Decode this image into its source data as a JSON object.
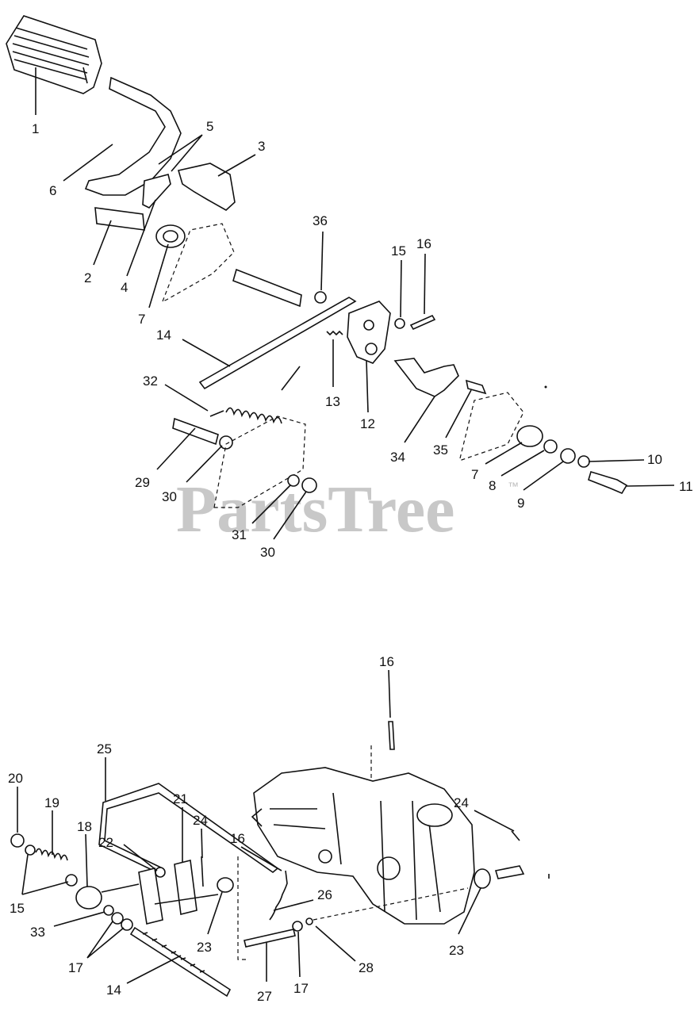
{
  "watermark": "PartsTree",
  "trademark": "™",
  "callouts": {
    "c1": "1",
    "c2": "2",
    "c3": "3",
    "c4": "4",
    "c5": "5",
    "c6": "6",
    "c7a": "7",
    "c14": "14",
    "c36": "36",
    "c15a": "15",
    "c16a": "16",
    "c13": "13",
    "c12": "12",
    "c32": "32",
    "c29": "29",
    "c30a": "30",
    "c31": "31",
    "c30b": "30",
    "c34": "34",
    "c35": "35",
    "c7b": "7",
    "c8": "8",
    "c9": "9",
    "c10": "10",
    "c11": "11",
    "c16b": "16",
    "c25": "25",
    "c20": "20",
    "c19": "19",
    "c18": "18",
    "c15b": "15",
    "c33": "33",
    "c17a": "17",
    "c14b": "14",
    "c22": "22",
    "c21": "21",
    "c24a": "24",
    "c16c": "16",
    "c23a": "23",
    "c26": "26",
    "c27": "27",
    "c17b": "17",
    "c28": "28",
    "c24b": "24",
    "c23b": "23"
  }
}
